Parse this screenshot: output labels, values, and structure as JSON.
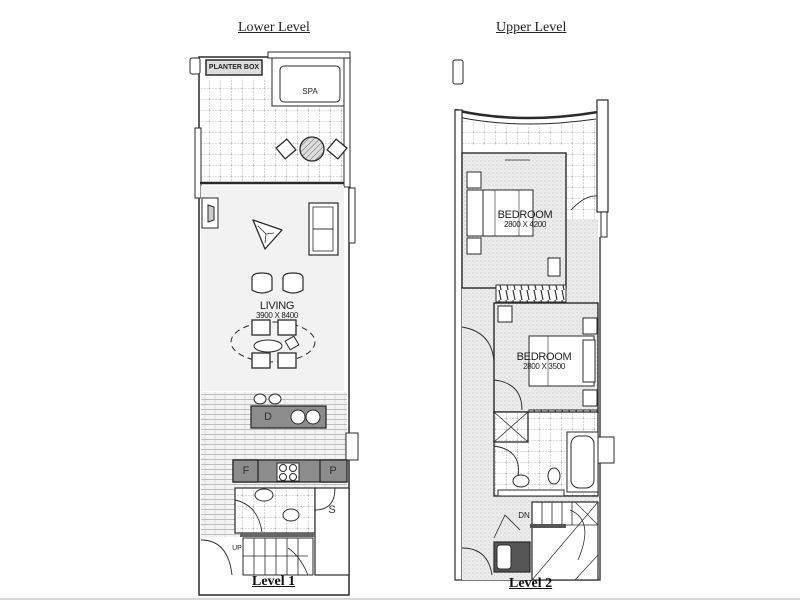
{
  "plan": {
    "lower": {
      "heading": "Lower Level",
      "footer": "Level 1",
      "labels": {
        "planter_box": "PLANTER BOX",
        "spa": "SPA",
        "living": "LIVING",
        "living_dims": "3900 X 8400",
        "dishwasher": "D",
        "fridge": "F",
        "pantry": "P",
        "storage": "S",
        "stairs_up": "UP"
      }
    },
    "upper": {
      "heading": "Upper Level",
      "footer": "Level 2",
      "labels": {
        "bedroom1": "BEDROOM",
        "bedroom1_dims": "2800 X 4200",
        "bedroom2": "BEDROOM",
        "bedroom2_dims": "2800 X 3500",
        "dn": "DN"
      }
    },
    "colors": {
      "line": "#2a2a2a",
      "stipple": "#e9e9e9",
      "appliance": "#8c8c8c",
      "background": "#ffffff"
    }
  }
}
